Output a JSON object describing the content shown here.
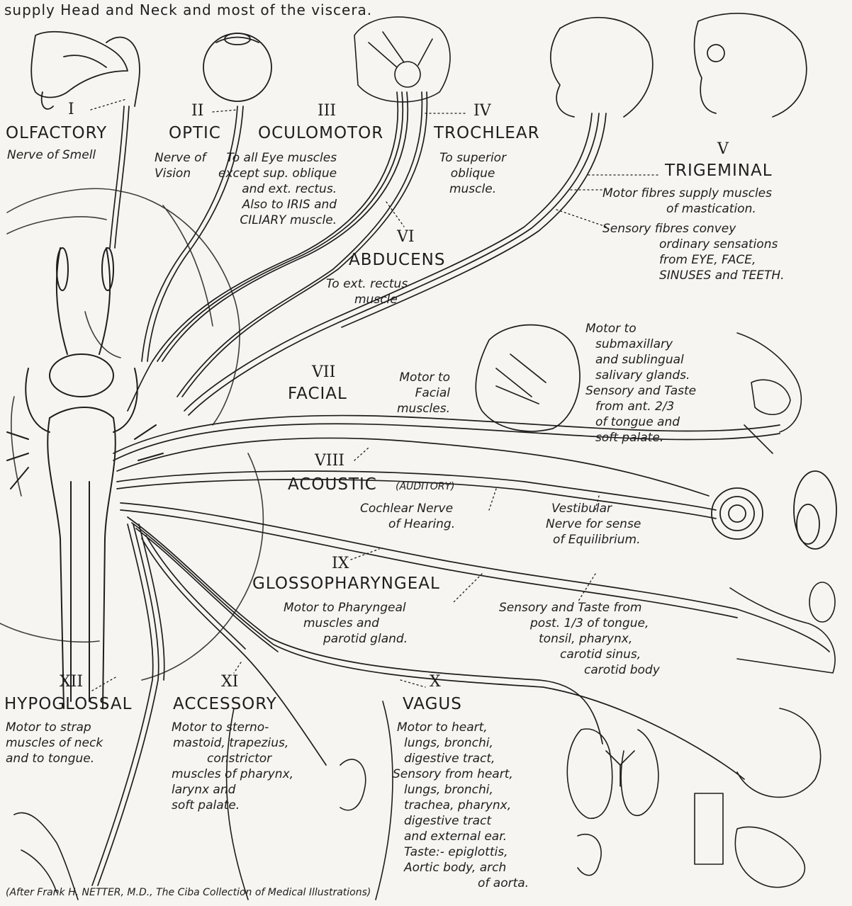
{
  "header": {
    "caption": "supply Head and Neck and most of the viscera."
  },
  "credit": "(After Frank H. NETTER, M.D., The Ciba Collection of Medical Illustrations)",
  "nerves": {
    "olfactory": {
      "numeral": "I",
      "name": "OLFACTORY",
      "desc": [
        "Nerve of Smell"
      ]
    },
    "optic": {
      "numeral": "II",
      "name": "OPTIC",
      "desc": [
        "Nerve of",
        "Vision"
      ]
    },
    "oculomotor": {
      "numeral": "III",
      "name": "OCULOMOTOR",
      "desc": [
        "To all Eye muscles",
        "except sup. oblique",
        "and ext. rectus.",
        "Also to IRIS and",
        "CILIARY muscle."
      ]
    },
    "trochlear": {
      "numeral": "IV",
      "name": "TROCHLEAR",
      "desc": [
        "To superior",
        "oblique",
        "muscle."
      ]
    },
    "trigeminal": {
      "numeral": "V",
      "name": "TRIGEMINAL",
      "motor": [
        "Motor fibres supply muscles",
        "of mastication."
      ],
      "sensory": [
        "Sensory fibres convey",
        "ordinary sensations",
        "from EYE, FACE,",
        "SINUSES and TEETH."
      ]
    },
    "abducens": {
      "numeral": "VI",
      "name": "ABDUCENS",
      "desc": [
        "To ext. rectus",
        "muscle"
      ]
    },
    "facial": {
      "numeral": "VII",
      "name": "FACIAL",
      "facial_motor": [
        "Motor to",
        "Facial",
        "muscles."
      ],
      "glands": [
        "Motor to",
        "submaxillary",
        "and sublingual",
        "salivary glands.",
        "Sensory and Taste",
        "from ant. 2/3",
        "of tongue and",
        "soft palate."
      ]
    },
    "acoustic": {
      "numeral": "VIII",
      "name": "ACOUSTIC",
      "name_sub": "(AUDITORY)",
      "cochlear": [
        "Cochlear Nerve",
        "of Hearing."
      ],
      "vestibular": [
        "Vestibular",
        "Nerve for sense",
        "of Equilibrium."
      ]
    },
    "glossopharyngeal": {
      "numeral": "IX",
      "name": "GLOSSOPHARYNGEAL",
      "motor": [
        "Motor to Pharyngeal",
        "muscles and",
        "parotid gland."
      ],
      "sensory": [
        "Sensory and Taste from",
        "post. 1/3 of tongue,",
        "tonsil, pharynx,",
        "carotid sinus,",
        "carotid body"
      ]
    },
    "vagus": {
      "numeral": "X",
      "name": "VAGUS",
      "desc": [
        "Motor to heart,",
        "lungs, bronchi,",
        "digestive tract,",
        "Sensory from heart,",
        "lungs, bronchi,",
        "trachea, pharynx,",
        "digestive tract",
        "and external ear.",
        "Taste:- epiglottis,",
        "Aortic body, arch",
        "of aorta."
      ]
    },
    "accessory": {
      "numeral": "XI",
      "name": "ACCESSORY",
      "desc": [
        "Motor to sterno-",
        "mastoid, trapezius,",
        "constrictor",
        "muscles of pharynx,",
        "larynx and",
        "soft palate."
      ]
    },
    "hypoglossal": {
      "numeral": "XII",
      "name": "HYPOGLOSSAL",
      "desc": [
        "Motor to strap",
        "muscles of neck",
        "and to tongue."
      ]
    }
  },
  "colors": {
    "ink": "#1e1e1e",
    "paper": "#f6f5f1"
  }
}
